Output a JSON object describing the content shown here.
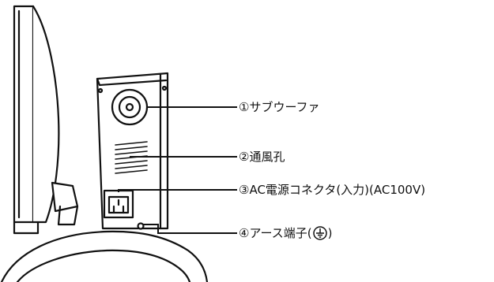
{
  "callouts": [
    {
      "text": "①サブウーファ"
    },
    {
      "text": "②通風孔"
    },
    {
      "text": "③AC電源コネクタ(入力)(AC100V)"
    },
    {
      "text": "④アース端子(",
      "suffix": ")",
      "icon": "ground-icon"
    }
  ],
  "colors": {
    "line": "#111111",
    "background": "#ffffff",
    "ink": "#111111"
  }
}
